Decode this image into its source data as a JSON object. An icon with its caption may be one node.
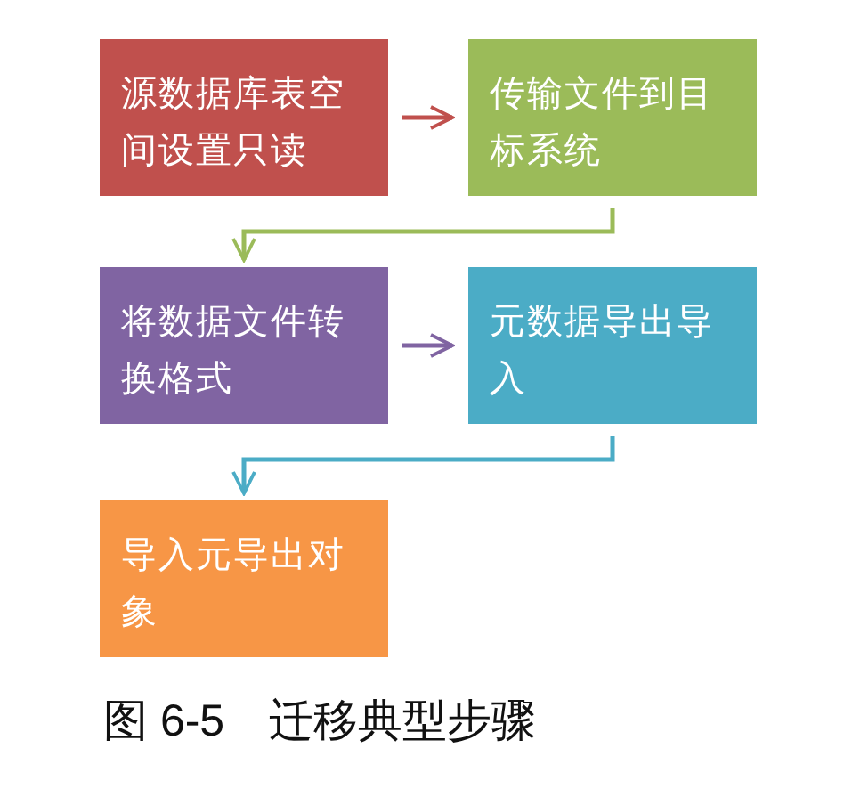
{
  "diagram": {
    "caption": "图 6-5　迁移典型步骤",
    "nodes": [
      {
        "text": [
          "源数据库表空间设置只读"
        ]
      },
      {
        "text": [
          "传输文件到目标系统"
        ]
      },
      {
        "text": [
          "将数据文件转换格式"
        ]
      },
      {
        "text": [
          "元数据导出导入"
        ]
      },
      {
        "text": [
          "导入元导出对象"
        ]
      }
    ],
    "edges": [
      {
        "from": 0,
        "to": 1,
        "arrow": "to",
        "color": "#c0504d"
      },
      {
        "from": 1,
        "to": 2,
        "arrow": "to",
        "color": "#9bbb59"
      },
      {
        "from": 2,
        "to": 3,
        "arrow": "to",
        "color": "#8064a2"
      },
      {
        "from": 3,
        "to": 4,
        "arrow": "to",
        "color": "#4bacc6"
      }
    ]
  }
}
